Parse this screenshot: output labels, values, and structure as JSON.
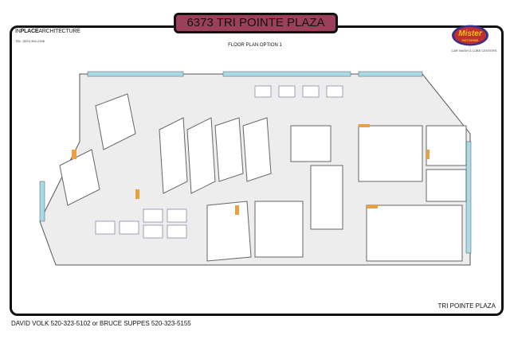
{
  "header": {
    "title": "6373 TRI POINTE PLAZA",
    "subtitle": "FLOOR PLAN OPTION 1"
  },
  "architect": {
    "name_prefix": "IN",
    "name_bold": "PLACE",
    "name_suffix": "ARCHITECTURE",
    "tel": "TEL: (520) 404-2166"
  },
  "client_logo": {
    "line1": "Mister",
    "line2": "HOTSHINE",
    "tagline": "CAR WASH & LUBE CENTERS"
  },
  "footer": {
    "building_name": "TRI POINTE PLAZA",
    "contacts": "DAVID VOLK  520-323-5102  or BRUCE SUPPES  520-323-5155"
  },
  "colors": {
    "title_bg": "#9b3f5a",
    "accent_door": "#e8a040",
    "window": "#a8dbe6"
  }
}
